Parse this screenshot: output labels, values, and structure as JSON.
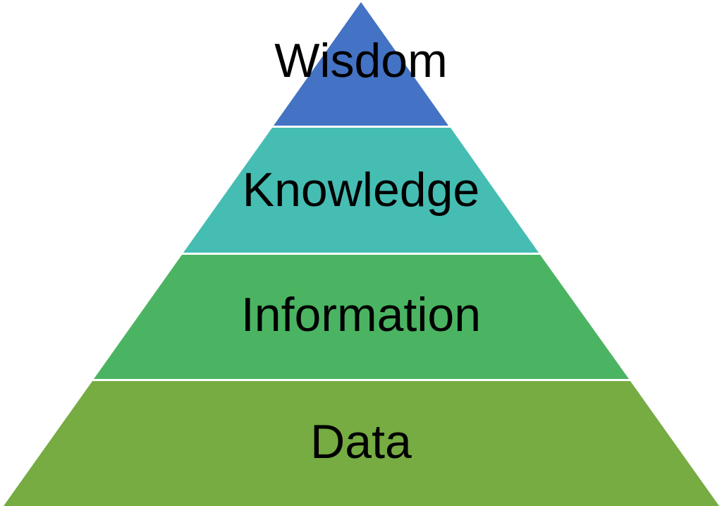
{
  "pyramid": {
    "type": "pyramid-diagram",
    "background_color": "#ffffff",
    "separator_color": "#ffffff",
    "text_color": "#000000",
    "levels": [
      {
        "label": "Wisdom",
        "color": "#4472c4"
      },
      {
        "label": "Knowledge",
        "color": "#45bdb3"
      },
      {
        "label": "Information",
        "color": "#4bb462"
      },
      {
        "label": "Data",
        "color": "#76ac42"
      }
    ]
  }
}
